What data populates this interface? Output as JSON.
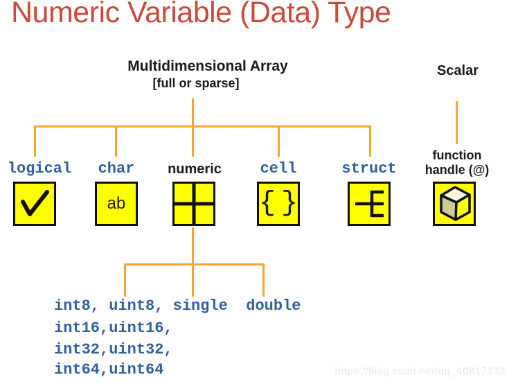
{
  "page_title": "Numeric Variable (Data) Type",
  "root": {
    "title": "Multidimensional Array",
    "subtitle": "[full or sparse]"
  },
  "scalar": {
    "title": "Scalar",
    "child_line1": "function",
    "child_line2": "handle (@)"
  },
  "types": {
    "logical": "logical",
    "char": "char",
    "numeric": "numeric",
    "cell": "cell",
    "struct": "struct"
  },
  "icons": {
    "logical": "checkmark-icon",
    "char_text": "ab",
    "numeric": "quad-grid-icon",
    "cell_open_brace": "{",
    "cell_close_brace": "}",
    "struct": "tree-branches-icon",
    "function_handle": "cube-icon"
  },
  "numeric_subtypes": [
    "int8, uint8, single  double",
    "int16,uint16,",
    "int32,uint32,",
    "int64,uint64"
  ],
  "watermark": "https://blog.csdn.net/qq_40817333",
  "colors": {
    "title_red": "#C94A3A",
    "connector_orange": "#F8A430",
    "type_blue": "#31609F",
    "icon_yellow": "#FFFF00",
    "cube_top": "#F8F8D8",
    "cube_side": "#CFC99A"
  }
}
